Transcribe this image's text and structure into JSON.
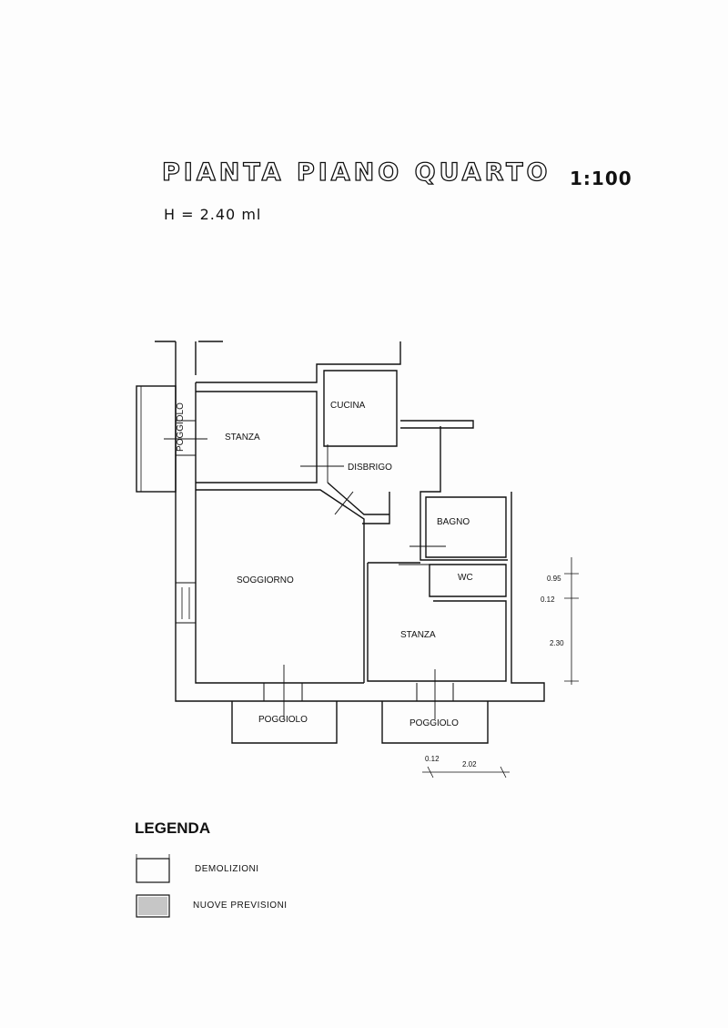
{
  "header": {
    "title": "PIANTA PIANO QUARTO",
    "scale": "1:100",
    "height": "H = 2.40 ml"
  },
  "rooms": {
    "poggiolo_left": "POGGIOLO",
    "stanza_top": "STANZA",
    "cucina": "CUCINA",
    "disbrigo": "DISBRIGO",
    "bagno": "BAGNO",
    "soggiorno": "SOGGIORNO",
    "wc": "WC",
    "stanza_bottom": "STANZA",
    "poggiolo_bottom_left": "POGGIOLO",
    "poggiolo_bottom_right": "POGGIOLO"
  },
  "dimensions": {
    "right_1": "0.95",
    "right_2": "0.12",
    "right_3": "2.30",
    "bottom_1": "0.12",
    "bottom_2": "2.02"
  },
  "legend": {
    "title": "LEGENDA",
    "items": [
      {
        "label": "DEMOLIZIONI"
      },
      {
        "label": "NUOVE PREVISIONI"
      }
    ]
  }
}
